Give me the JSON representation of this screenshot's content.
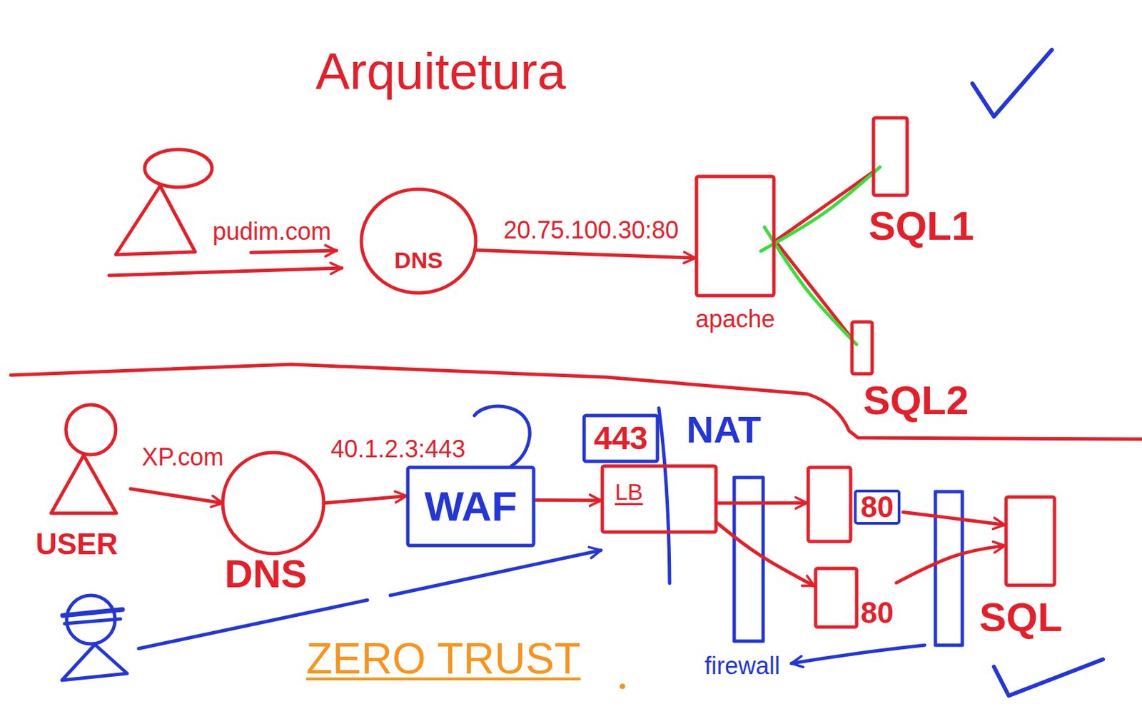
{
  "diagram": {
    "title": "Arquitetura",
    "nodes": [
      {
        "text": [
          "DNS"
        ]
      },
      {
        "text": [
          "apache"
        ]
      },
      {
        "text": [
          "SQL1"
        ]
      },
      {
        "text": [
          "SQL2"
        ]
      },
      {
        "text": [
          "USER"
        ]
      },
      {
        "text": [
          "DNS"
        ]
      },
      {
        "text": [
          "WAF"
        ]
      },
      {
        "text": [
          "443"
        ]
      },
      {
        "text": [
          "LB"
        ]
      },
      {
        "text": [
          "80"
        ]
      },
      {
        "text": [
          "80"
        ]
      },
      {
        "text": [
          "SQL"
        ]
      }
    ],
    "edges": [
      {
        "from": 0,
        "to": 1,
        "arrow": "to",
        "label": "20.75.100.30:80"
      },
      {
        "from": 1,
        "to": 2,
        "arrow": "none"
      },
      {
        "from": 1,
        "to": 3,
        "arrow": "none"
      },
      {
        "from": 4,
        "to": 5,
        "arrow": "to",
        "label": "XP.com"
      },
      {
        "from": 5,
        "to": 6,
        "arrow": "to",
        "label": "40.1.2.3:443"
      },
      {
        "from": 6,
        "to": 8,
        "arrow": "to"
      },
      {
        "from": 8,
        "to": 9,
        "arrow": "to"
      },
      {
        "from": 8,
        "to": 10,
        "arrow": "to"
      },
      {
        "from": 9,
        "to": 11,
        "arrow": "to"
      },
      {
        "from": 10,
        "to": 11,
        "arrow": "to"
      }
    ],
    "labels": [
      "pudim.com",
      "NAT",
      "firewall",
      "ZERO TRUST"
    ]
  }
}
